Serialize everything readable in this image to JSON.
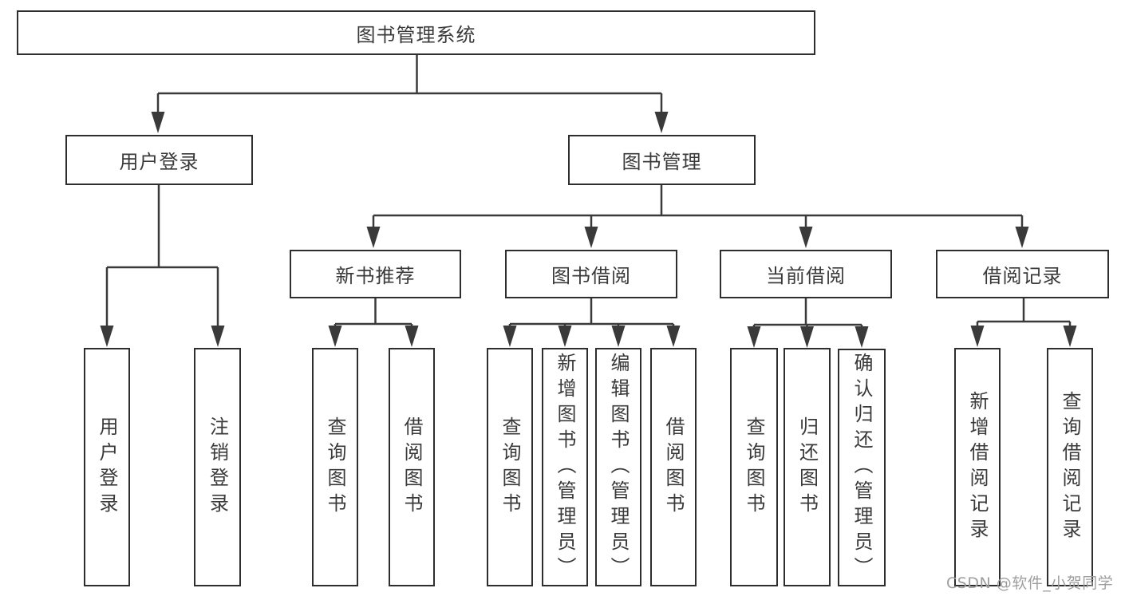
{
  "diagram": {
    "title": "图书管理系统",
    "root": {
      "label": "图书管理系统"
    },
    "level2": [
      {
        "label": "用户登录"
      },
      {
        "label": "图书管理"
      }
    ],
    "level3": [
      {
        "label": "新书推荐"
      },
      {
        "label": "图书借阅"
      },
      {
        "label": "当前借阅"
      },
      {
        "label": "借阅记录"
      }
    ],
    "leaves": {
      "user_login": [
        "用户登录",
        "注销登录"
      ],
      "new_book_recommend": [
        "查询图书",
        "借阅图书"
      ],
      "book_borrow": [
        "查询图书",
        "新增图书（管理员）",
        "编辑图书（管理员）",
        "借阅图书"
      ],
      "current_borrow": [
        "查询图书",
        "归还图书",
        "确认归还（管理员）"
      ],
      "borrow_record": [
        "新增借阅记录",
        "查询借阅记录"
      ]
    }
  },
  "watermark": {
    "text": "CSDN @软件_小贺同学"
  },
  "colors": {
    "background": "#ffffff",
    "line": "#3a3a3a",
    "box_border": "#2e2e2e",
    "text": "#3a3a3a",
    "watermark": "#9e9e9e"
  }
}
